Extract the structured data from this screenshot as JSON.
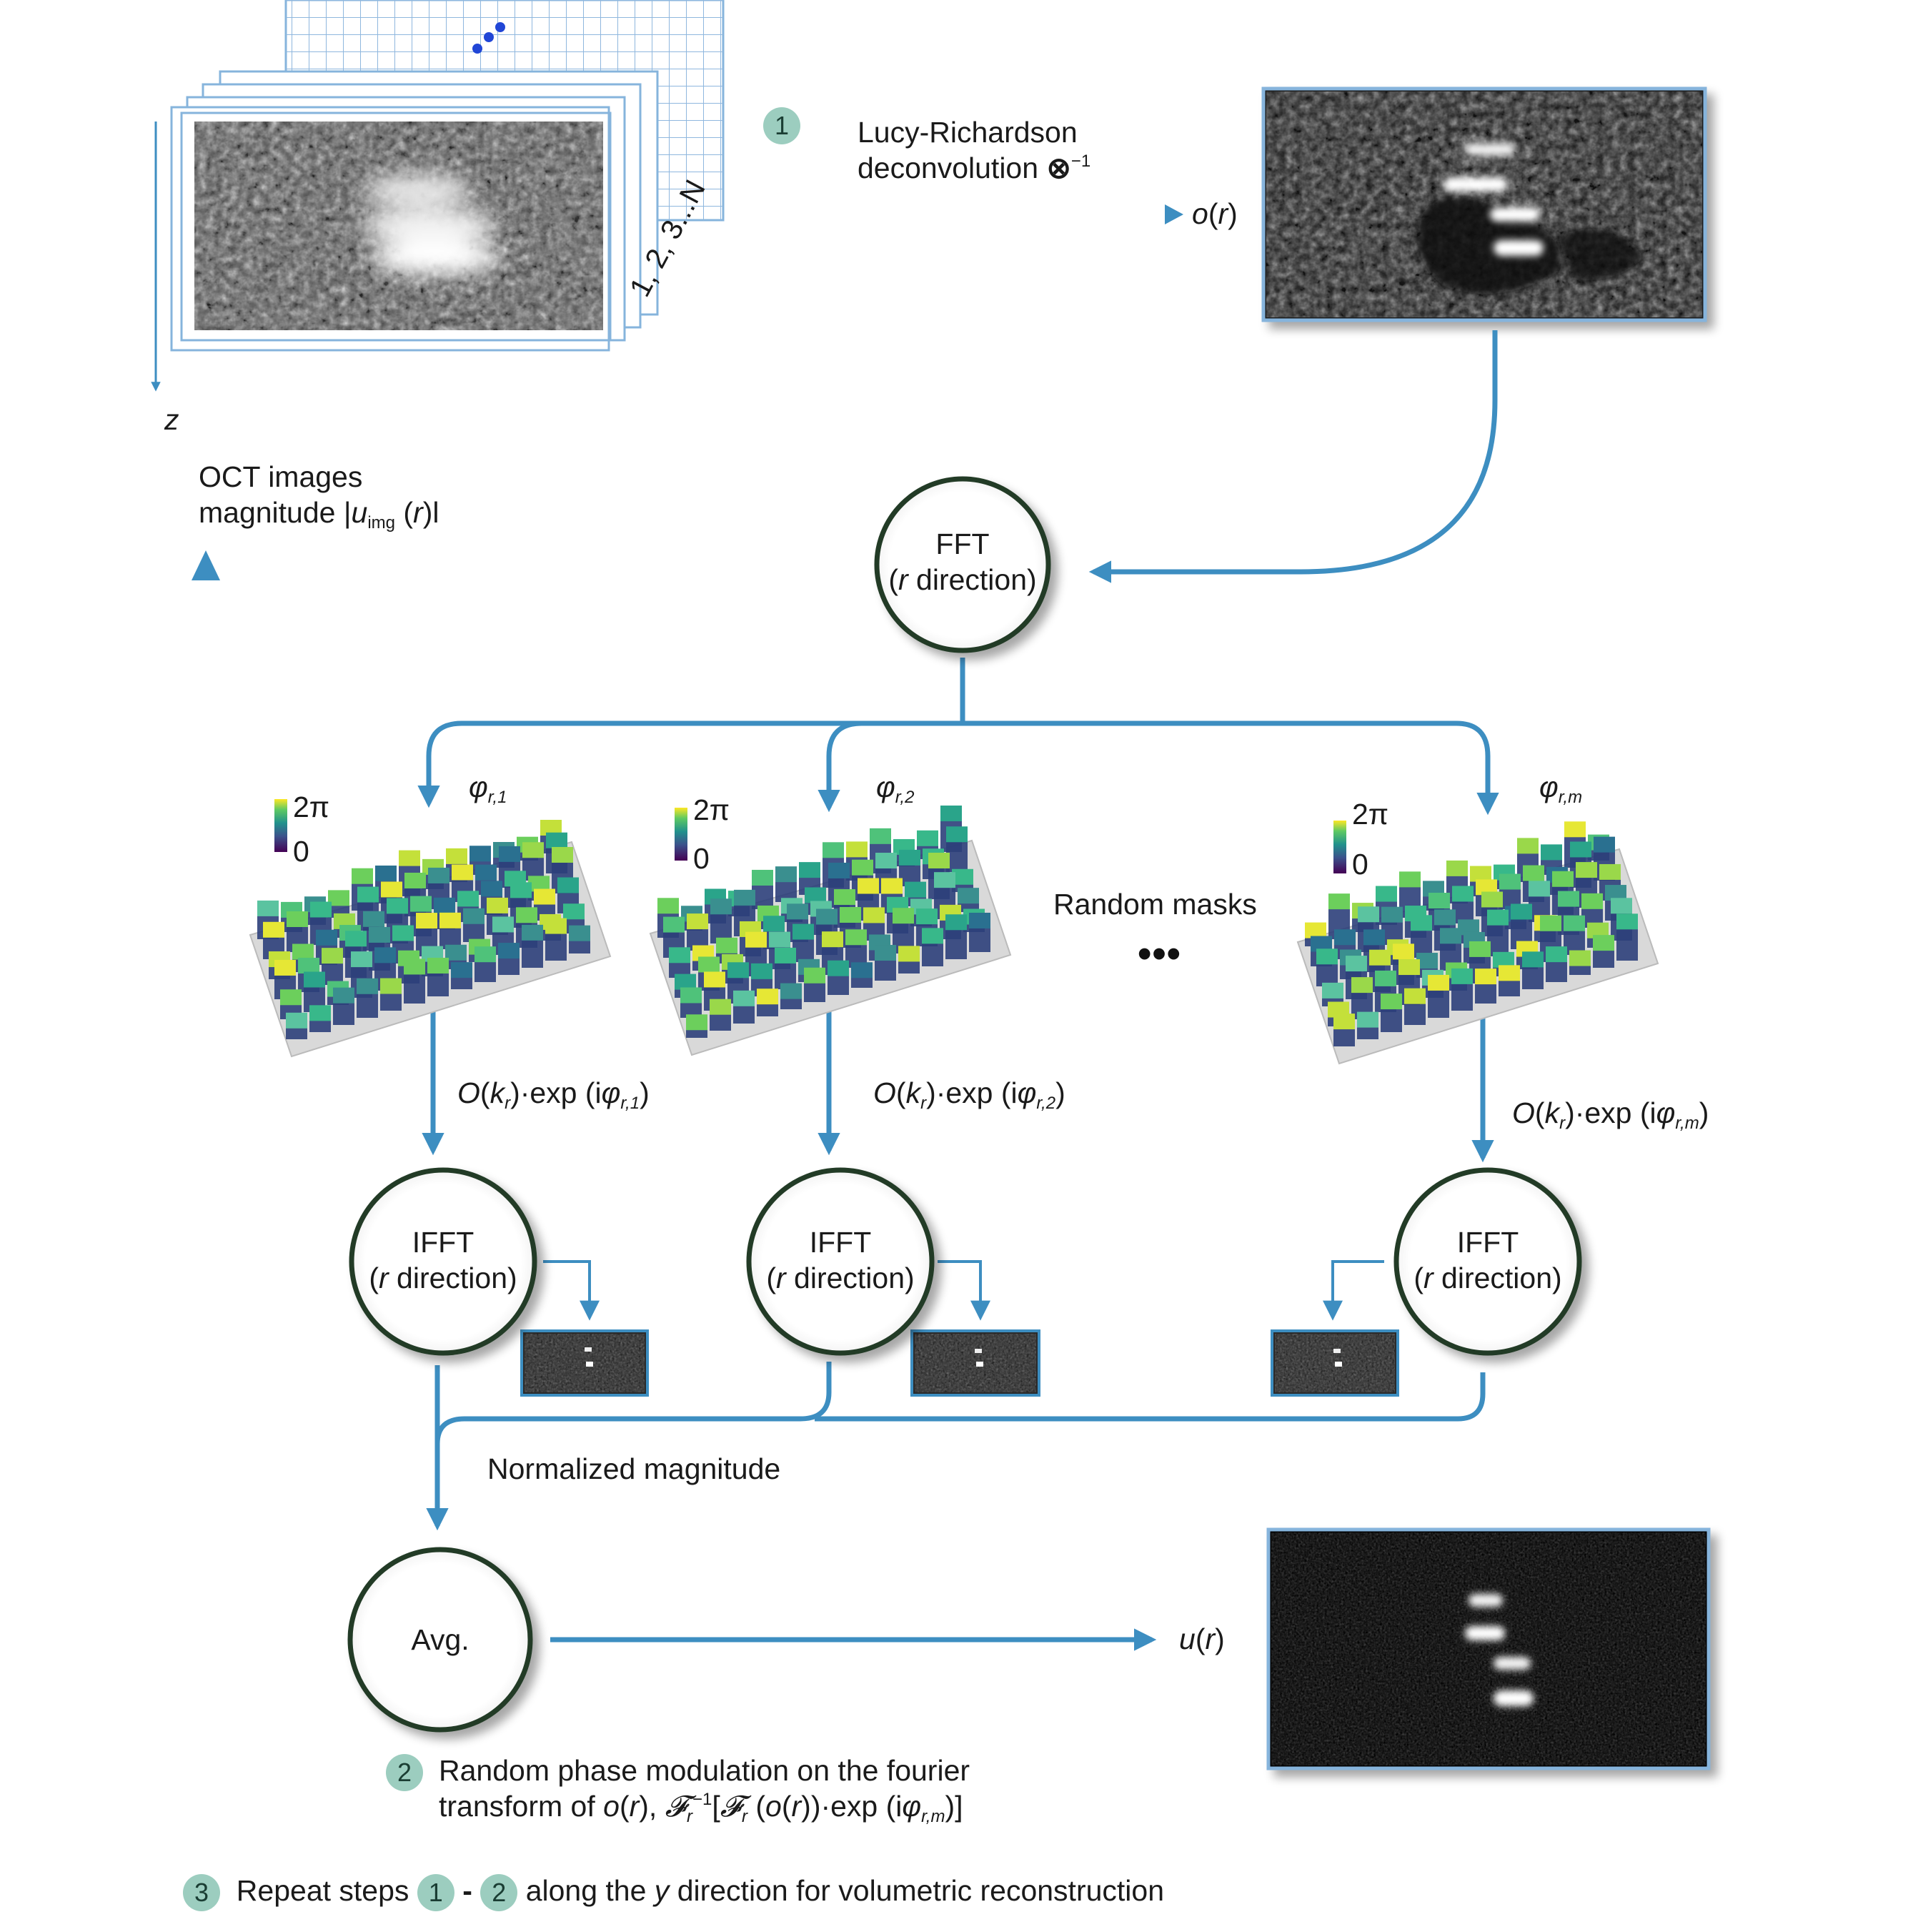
{
  "steps": {
    "step1": {
      "badge": "1",
      "line1": "Lucy-Richardson",
      "line2": "deconvolution",
      "operator_symbol": "⊗",
      "operator_exp": "−1"
    },
    "step2": {
      "badge": "2",
      "line1": "Random phase modulation on the fourier",
      "line2_prefix": "transform of "
    },
    "step3": {
      "badge": "3",
      "text_before": "Repeat steps",
      "badge_a": "1",
      "dash": "-",
      "badge_b": "2",
      "text_after": "along the y direction for volumetric reconstruction"
    }
  },
  "input": {
    "line1": "OCT images",
    "line2": "magnitude |u",
    "line2_sub": "img",
    "line2_end": " (r)l",
    "stack_label": "1, 2, 3...N",
    "axis_label": "z"
  },
  "signals": {
    "o_r": "o(r)",
    "u_r": "u(r)",
    "normalized": "Normalized magnitude",
    "random_masks": "Random masks",
    "ellipsis": "•••"
  },
  "nodes": {
    "fft": {
      "line1": "FFT",
      "line2": "(r direction)"
    },
    "ifft": {
      "line1": "IFFT",
      "line2": "(r direction)"
    },
    "avg": {
      "label": "Avg."
    }
  },
  "branches": [
    {
      "phase_symbol": "φ",
      "phase_sub": "r,1",
      "colorbar_top": "2π",
      "colorbar_bottom": "0",
      "modulation_prefix": "O(k",
      "modulation_sub": "r",
      "modulation_mid": ")·exp (iφ",
      "modulation_sub2": "r,1",
      "modulation_end": ")"
    },
    {
      "phase_symbol": "φ",
      "phase_sub": "r,2",
      "colorbar_top": "2π",
      "colorbar_bottom": "0",
      "modulation_prefix": "O(k",
      "modulation_sub": "r",
      "modulation_mid": ")·exp (iφ",
      "modulation_sub2": "r,2",
      "modulation_end": ")"
    },
    {
      "phase_symbol": "φ",
      "phase_sub": "r,m",
      "colorbar_top": "2π",
      "colorbar_bottom": "0",
      "modulation_prefix": "O(k",
      "modulation_sub": "r",
      "modulation_mid": ")·exp (iφ",
      "modulation_sub2": "r,m",
      "modulation_end": ")"
    }
  ],
  "colors": {
    "arrow": "#3d8ec1",
    "frame": "#86b4dc",
    "node_border": "#243a26",
    "step_badge": "#9ccdbf"
  }
}
